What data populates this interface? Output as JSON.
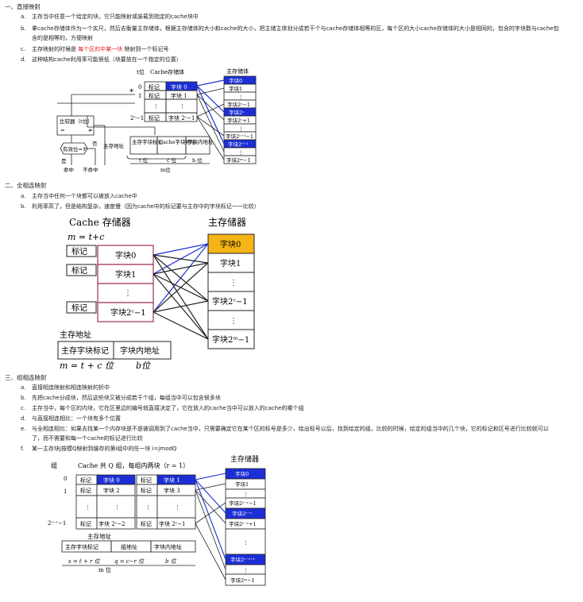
{
  "sections": [
    {
      "heading": "一、直接映射",
      "items": [
        {
          "marker": "a.",
          "text": "主存当中任意一个给定的块，它只能映射或装载到指定的cache块中"
        },
        {
          "marker": "b.",
          "text": "拿cache存储体作为一个实尺，然后去衡量主存储体，根据主存储体的大小和cache的大小，把主储主体划分成若干个与cache存储体相等的区，每个区的大小cache存储体的大小是相同的，包含的字块数与cache包"
        },
        {
          "marker": "",
          "text": "含的是相等的，方便映射"
        },
        {
          "marker": "c.",
          "text_before": "主存映射的时候是 ",
          "text_red": "每个区的中某一块",
          "text_after": " 映射到一个标记号"
        },
        {
          "marker": "d.",
          "text": "这种结构cache利用率可能很低（块要放在一个指定的位置）"
        }
      ]
    },
    {
      "heading": "二、全相连映射",
      "items": [
        {
          "marker": "a.",
          "text": "主存当中任何一个块都可以被放入cache中"
        },
        {
          "marker": "b.",
          "text": "利用率高了，但是结构复杂，速度慢（因为cache中的标记要与主存中的字块标记一一比较）"
        }
      ]
    },
    {
      "heading": "三、组相连映射",
      "items": [
        {
          "marker": "a.",
          "text": "直接相连映射和相连映射的折中"
        },
        {
          "marker": "b.",
          "text": "先把cache分成块，然后这些块又被分成若干个组，每组当中可以包含很多块"
        },
        {
          "marker": "c.",
          "text": "主存当中，每个区的内块，它在区里边的编号就直接决定了，它在放入的cache当中可以放入的cache的哪个组"
        },
        {
          "marker": "d.",
          "text": "与直接相连相比：一个块有多个位置"
        },
        {
          "marker": "e.",
          "text": "与全相连相比：如果去找某一个内存块是不是被调用到了cache当中，只需要确定它在某个区的标号是多少，给出标号以后，找到给定的组，比较的时候，给定的组当中的几个块，它的标记和区号进行比较就可以"
        },
        {
          "marker": "",
          "text": "了，而不需要和每一个cache的标记进行比较"
        },
        {
          "marker": "f.",
          "text": "某一主存块j按模Q映射到缓存的第i组中的任一块  i=jmodQ"
        }
      ]
    }
  ],
  "fig1": {
    "t_label": "t位",
    "cache_title": "Cache存储体",
    "main_title": "主存储体",
    "row_indices": [
      "0",
      "1",
      "2ᶜ−1"
    ],
    "tag": "标记",
    "cache_blocks": [
      "字块 0",
      "字块 1",
      "字块 2ᶜ−1"
    ],
    "dots": "⋮",
    "main_blocks": [
      "字块0",
      "字块1",
      "⋮",
      "字块2ᶜ−1",
      "字块2ᶜ",
      "字块2ᶜ+1",
      "⋮",
      "字块2ᶜ⁺¹−1",
      "字块2ᶜ⁺¹",
      "⋮",
      "字块2ᵐ−1"
    ],
    "comparator": "比较器（t位）",
    "eq": "=",
    "neq": "≠",
    "valid_q": "有效位=1",
    "no": "否",
    "yes": "是",
    "hit": "命中",
    "miss": "不命中",
    "addr_label": "主存地址",
    "addr_fields": [
      "主存字块标记",
      "Cache字块地址",
      "字块内地址"
    ],
    "bit_labels": [
      "t 位",
      "c 位",
      "b 位"
    ],
    "m_label": "m位",
    "star": "*"
  },
  "fig2": {
    "cache_title": "Cache 存储器",
    "main_title": "主存储器",
    "formula": "m = t+c",
    "tag": "标记",
    "cache_blocks": [
      "字块0",
      "字块1",
      "⋮",
      "字块2ᶜ−1"
    ],
    "main_blocks": [
      "字块0",
      "字块1",
      "⋮",
      "字块2ᶜ−1",
      "⋮",
      "字块2ᵐ−1"
    ],
    "addr_label": "主存地址",
    "addr_fields": [
      "主存字块标记",
      "字块内地址"
    ],
    "bit_labels": [
      "m = t + c 位",
      "b位"
    ]
  },
  "fig3": {
    "group_label": "组",
    "cache_desc": "Cache  共 Q 组，每组内两块（r = 1）",
    "main_title": "主存储器",
    "row_indices": [
      "0",
      "1",
      "2ᶜ⁻ʳ−1"
    ],
    "tag": "标记",
    "cache_left": [
      "字块 0",
      "字块 2",
      "⋮",
      "字块 2ᶜ−2"
    ],
    "cache_right": [
      "字块 1",
      "字块 3",
      "⋮",
      "字块 2ᶜ−1"
    ],
    "main_blocks": [
      "字块0",
      "字块1",
      "⋮",
      "字块2ᶜ⁻ʳ−1",
      "字块2ᶜ⁻ʳ",
      "字块2ᶜ⁻ʳ+1",
      "⋮",
      "字块2ᶜ⁻ʳ⁺¹",
      "⋮",
      "字块2ᵐ−1"
    ],
    "addr_label": "主存地址",
    "addr_fields": [
      "主存字块标记",
      "组地址",
      "字块内地址"
    ],
    "bit_labels": [
      "s = t + r 位",
      "q = c−r 位",
      "b 位"
    ],
    "m_label": "m 位"
  },
  "colors": {
    "highlight_blue": "#1c2fd6",
    "highlight_orange": "#f5b417",
    "red_text": "#e02020",
    "tag_border": "#a0305a"
  }
}
